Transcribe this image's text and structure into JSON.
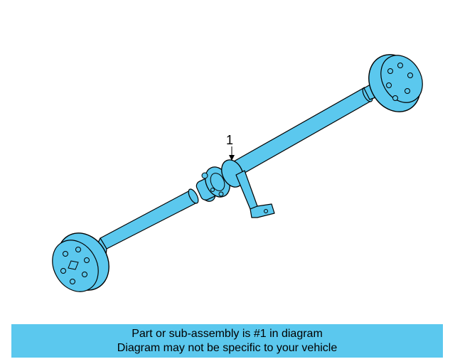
{
  "diagram": {
    "callout": "1"
  },
  "caption": {
    "line1": "Part or sub-assembly is #1 in diagram",
    "line2": "Diagram may not be specific to your vehicle"
  },
  "colors": {
    "part_fill": "#5BC8EE",
    "outline": "#000000",
    "caption_bg": "#5BC8EE"
  }
}
